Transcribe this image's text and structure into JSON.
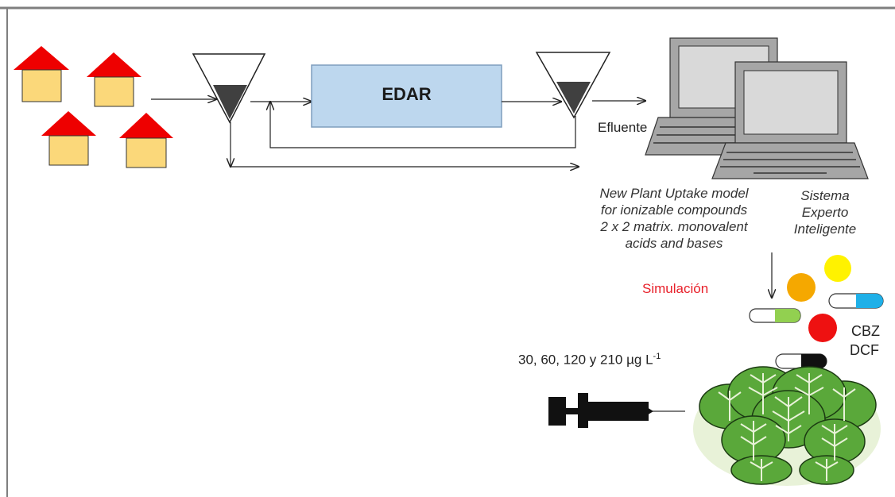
{
  "process": {
    "plant_label": "EDAR",
    "effluent_label": "Efluente"
  },
  "models": {
    "plant_uptake_lines": [
      "New Plant Uptake model",
      "for ionizable compounds",
      "2 x 2 matrix. monovalent",
      "acids and bases"
    ],
    "expert_system_lines": [
      "Sistema",
      "Experto",
      "Inteligente"
    ]
  },
  "simulation": {
    "label": "Simulación",
    "label_color": "#e8202a"
  },
  "compounds": {
    "cbz": "CBZ",
    "dcf": "DCF"
  },
  "dose": {
    "text": "30, 60, 120 y 210 µg L",
    "exponent": "-1"
  },
  "colors": {
    "roof": "#ee0000",
    "house_wall": "#fbd87a",
    "edar_fill": "#bdd7ee",
    "sediment": "#404040",
    "pill_green": "#92d050",
    "pill_blue": "#1fb0e8",
    "pill_black": "#111111",
    "dot_orange": "#f5a800",
    "dot_yellow": "#fff200",
    "dot_red": "#ee1111",
    "lettuce": "#5aa83a"
  },
  "icons": [
    "house-icon",
    "settling-tank-icon",
    "laptop-icon",
    "syringe-icon",
    "lettuce-icon",
    "capsule-icon"
  ]
}
